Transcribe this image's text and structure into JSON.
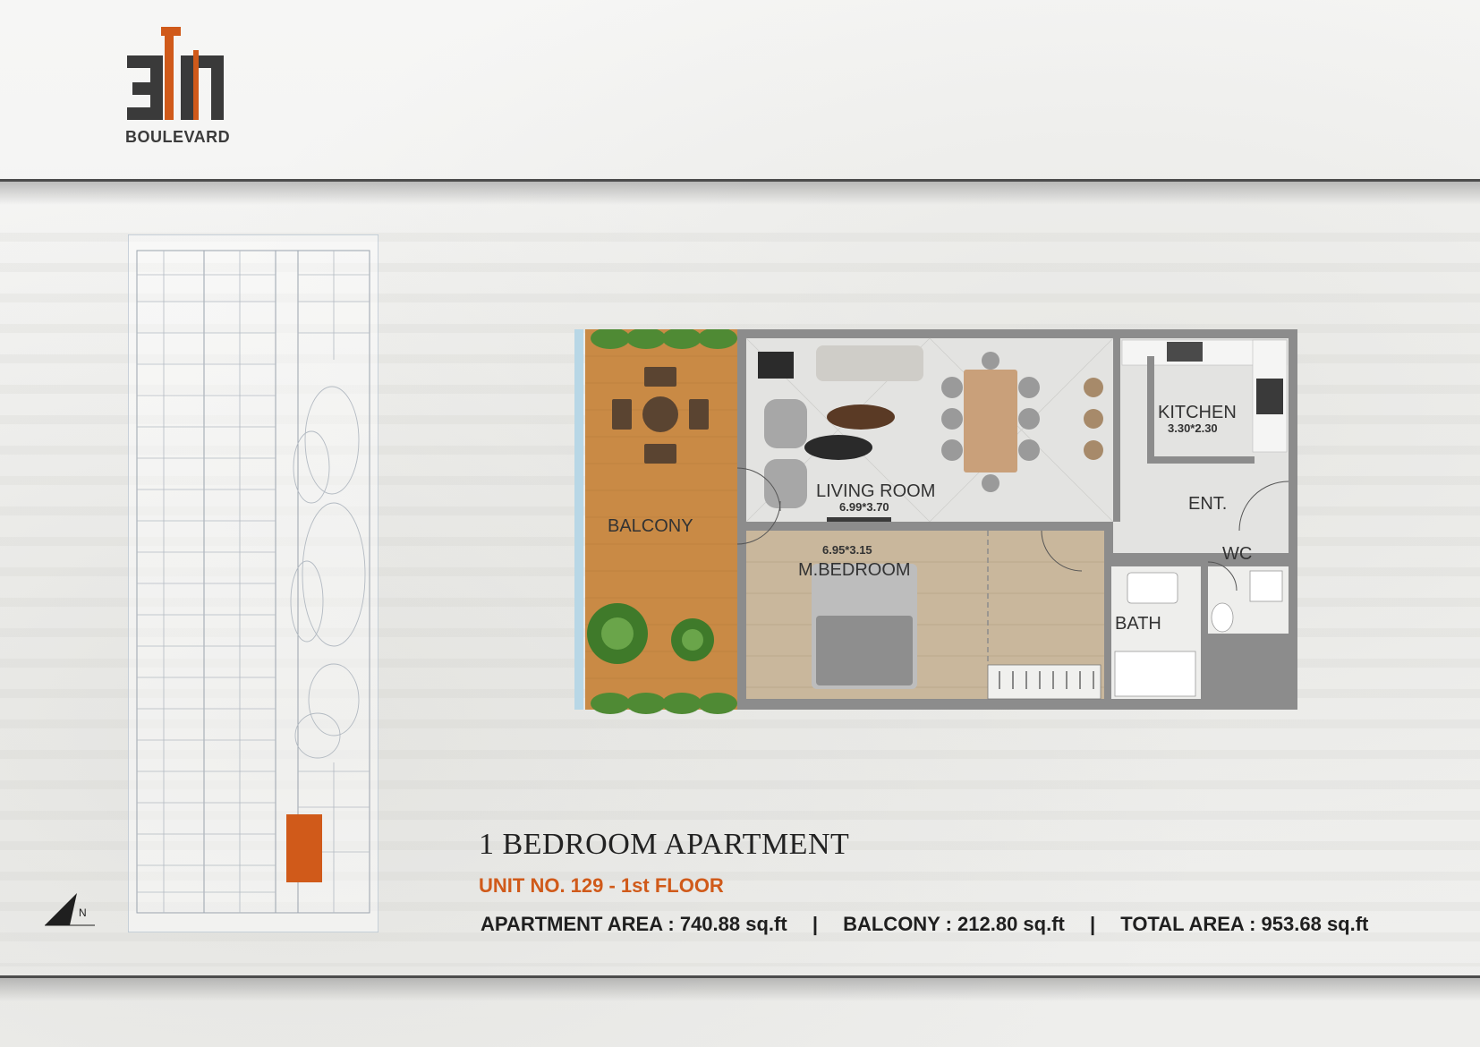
{
  "brand": {
    "logo_mark": "311",
    "logo_text": "BOULEVARD"
  },
  "floorplan": {
    "rooms": [
      {
        "name": "BALCONY",
        "dims": ""
      },
      {
        "name": "LIVING ROOM",
        "dims": "6.99*3.70"
      },
      {
        "name": "KITCHEN",
        "dims": "3.30*2.30"
      },
      {
        "name": "ENT.",
        "dims": ""
      },
      {
        "name": "WC",
        "dims": ""
      },
      {
        "name": "M.BEDROOM",
        "dims": "6.95*3.15"
      },
      {
        "name": "BATH",
        "dims": ""
      }
    ]
  },
  "listing": {
    "title": "1 BEDROOM APARTMENT",
    "unit": "UNIT NO.  129 - 1st FLOOR",
    "apartment_area": "APARTMENT AREA : 740.88 sq.ft",
    "balcony_area": "BALCONY : 212.80 sq.ft",
    "total_area": "TOTAL AREA : 953.68 sq.ft",
    "separator": "|"
  },
  "colors": {
    "accent_orange": "#d05a1a",
    "wall_gray": "#8c8c8c",
    "balcony_deck": "#c98a45",
    "floor_wood": "#c9b79c",
    "tile": "#e3e3e1"
  },
  "icons": {
    "north_arrow": "north-arrow-icon"
  }
}
